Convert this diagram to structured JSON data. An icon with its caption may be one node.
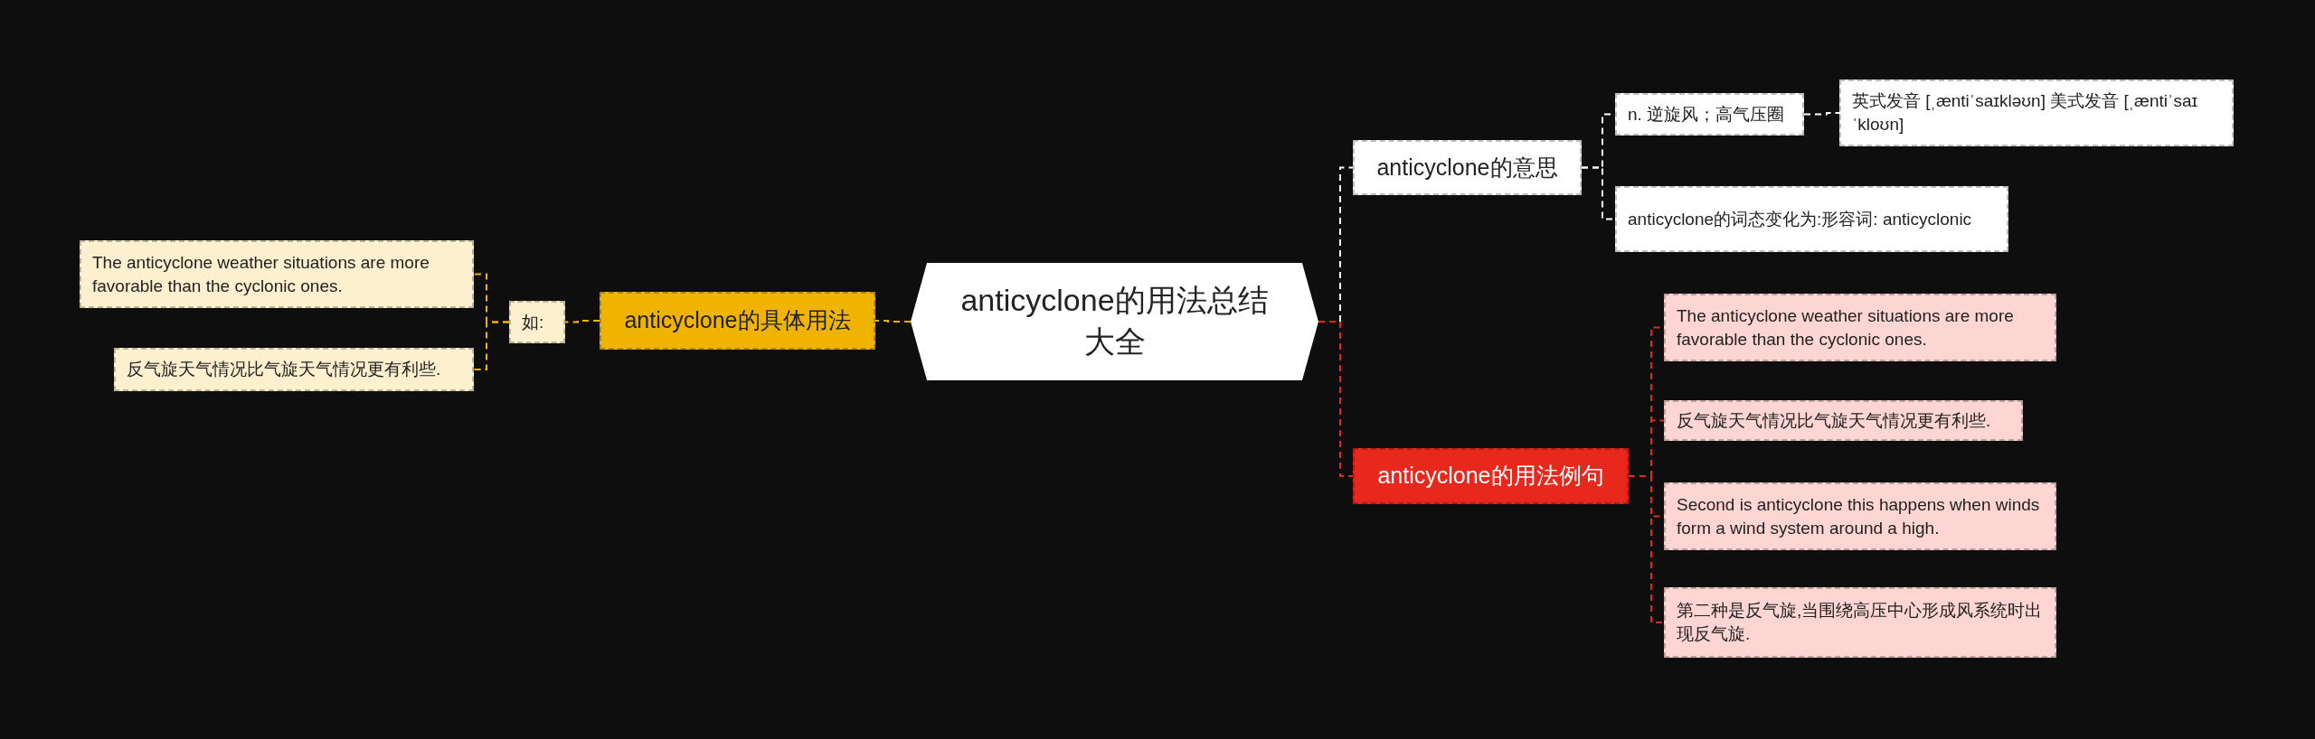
{
  "diagram": {
    "nodes": [
      {
        "text": [
          "anticyclone的用法总结大全"
        ]
      },
      {
        "text": [
          "anticyclone的意思"
        ]
      },
      {
        "text": [
          "n. 逆旋风；高气压圈"
        ]
      },
      {
        "text": [
          "英式发音 [ˌæntiˈsaɪkləʊn] 美式发音 [ˌæntiˈsaɪˈkloʊn]"
        ]
      },
      {
        "text": [
          "anticyclone的词态变化为:形容词: anticyclonic"
        ]
      },
      {
        "text": [
          "anticyclone的用法例句"
        ]
      },
      {
        "text": [
          "The anticyclone weather situations are more favorable than the cyclonic ones."
        ]
      },
      {
        "text": [
          "反气旋天气情况比气旋天气情况更有利些."
        ]
      },
      {
        "text": [
          "Second is anticyclone this happens when winds form a wind system around a high."
        ]
      },
      {
        "text": [
          "第二种是反气旋,当围绕高压中心形成风系统时出现反气旋."
        ]
      },
      {
        "text": [
          "anticyclone的具体用法"
        ]
      },
      {
        "text": [
          "如:"
        ]
      },
      {
        "text": [
          "The anticyclone weather situations are more favorable than the cyclonic ones."
        ]
      },
      {
        "text": [
          "反气旋天气情况比气旋天气情况更有利些."
        ]
      }
    ],
    "edges": [
      {
        "from": 0,
        "to": 1,
        "arrow": "none",
        "style": "dashed",
        "color": "#ffffff"
      },
      {
        "from": 1,
        "to": 2,
        "arrow": "none",
        "style": "dashed",
        "color": "#ffffff"
      },
      {
        "from": 2,
        "to": 3,
        "arrow": "none",
        "style": "dashed",
        "color": "#ffffff"
      },
      {
        "from": 1,
        "to": 4,
        "arrow": "none",
        "style": "dashed",
        "color": "#ffffff"
      },
      {
        "from": 0,
        "to": 5,
        "arrow": "none",
        "style": "dashed",
        "color": "#e8281c"
      },
      {
        "from": 5,
        "to": 6,
        "arrow": "none",
        "style": "dashed",
        "color": "#e8281c"
      },
      {
        "from": 5,
        "to": 7,
        "arrow": "none",
        "style": "dashed",
        "color": "#e8281c"
      },
      {
        "from": 5,
        "to": 8,
        "arrow": "none",
        "style": "dashed",
        "color": "#e8281c"
      },
      {
        "from": 5,
        "to": 9,
        "arrow": "none",
        "style": "dashed",
        "color": "#e8281c"
      },
      {
        "from": 0,
        "to": 10,
        "arrow": "none",
        "style": "dashed",
        "color": "#f0b400"
      },
      {
        "from": 10,
        "to": 11,
        "arrow": "none",
        "style": "dashed",
        "color": "#f0b400"
      },
      {
        "from": 11,
        "to": 12,
        "arrow": "none",
        "style": "dashed",
        "color": "#f0b400"
      },
      {
        "from": 11,
        "to": 13,
        "arrow": "none",
        "style": "dashed",
        "color": "#f0b400"
      }
    ]
  }
}
